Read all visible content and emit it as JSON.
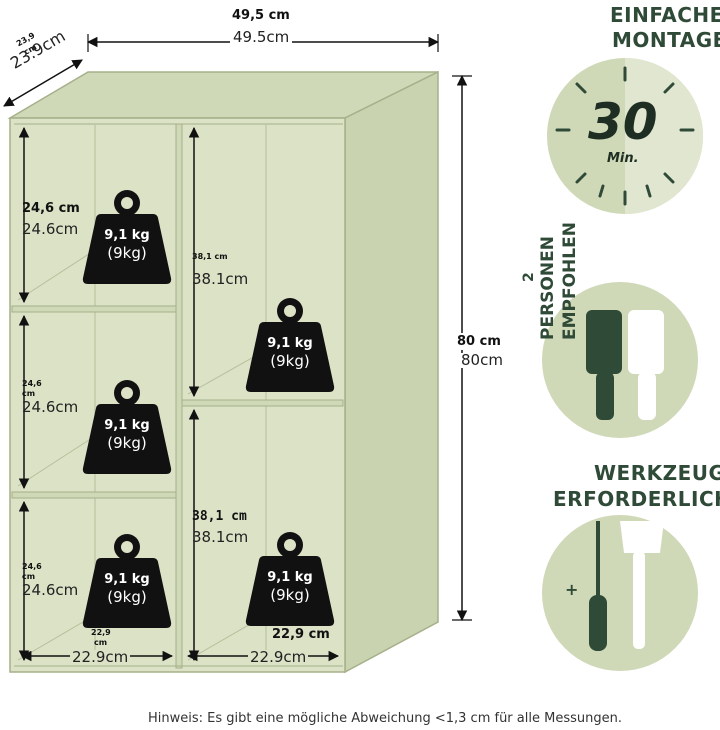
{
  "colors": {
    "shelf": "#dbe2c6",
    "shelf_side": "#cfd8b7",
    "shelf_edge": "#a6b08a",
    "circle": "#cfd8b7",
    "dark_green": "#2f4a37",
    "weight": "#111111"
  },
  "dims": {
    "width_bold": "49,5 cm",
    "width_reg": "49.5cm",
    "depth_bold": "23,9",
    "depth_bold_unit": "cm",
    "depth_reg": "23.9cm",
    "height_bold": "80 cm",
    "height_reg": "80cm",
    "left_top_bold": "24,6 cm",
    "left_top_reg": "24.6cm",
    "left_mid_bold": "24,6",
    "left_mid_unit": "cm",
    "left_mid_reg": "24.6cm",
    "left_bot_bold": "24,6",
    "left_bot_unit": "cm",
    "left_bot_reg": "24.6cm",
    "right_top_bold": "38,1 cm",
    "right_top_reg": "38.1cm",
    "right_bot_bold": "38,1 cm",
    "right_bot_reg": "38.1cm",
    "bottom_left_bold": "22,9",
    "bottom_left_unit": "cm",
    "bottom_left_reg": "22.9cm",
    "bottom_right_bold": "22,9 cm",
    "bottom_right_reg": "22.9cm"
  },
  "weights": [
    {
      "kg": "9,1 kg",
      "alt": "(9kg)"
    },
    {
      "kg": "9,1 kg",
      "alt": "(9kg)"
    },
    {
      "kg": "9,1 kg",
      "alt": "(9kg)"
    },
    {
      "kg": "9,1 kg",
      "alt": "(9kg)"
    },
    {
      "kg": "9,1 kg",
      "alt": "(9kg)"
    }
  ],
  "features": {
    "assembly_line1": "EINFACHE",
    "assembly_line2": "MONTAGE",
    "assembly_time": "30",
    "assembly_unit": "Min.",
    "persons_number": "2",
    "persons_line1": "PERSONEN",
    "persons_line2": "EMPFOHLEN",
    "tools_line1": "WERKZEUG",
    "tools_line2": "ERFORDERLICH",
    "tools_plus": "+"
  },
  "note": "Hinweis: Es gibt eine mögliche Abweichung <1,3 cm für alle Messungen."
}
